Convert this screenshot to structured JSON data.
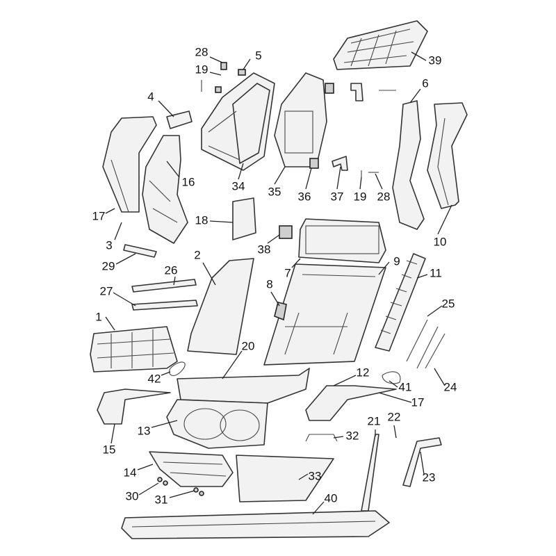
{
  "diagram": {
    "type": "exploded-parts-diagram",
    "callouts": [
      "28",
      "5",
      "19",
      "39",
      "4",
      "6",
      "16",
      "34",
      "35",
      "36",
      "37",
      "19",
      "28",
      "17",
      "18",
      "3",
      "10",
      "38",
      "29",
      "2",
      "26",
      "7",
      "9",
      "11",
      "8",
      "27",
      "25",
      "1",
      "20",
      "42",
      "12",
      "41",
      "24",
      "17",
      "13",
      "32",
      "21",
      "22",
      "15",
      "14",
      "23",
      "33",
      "30",
      "31",
      "40"
    ]
  }
}
